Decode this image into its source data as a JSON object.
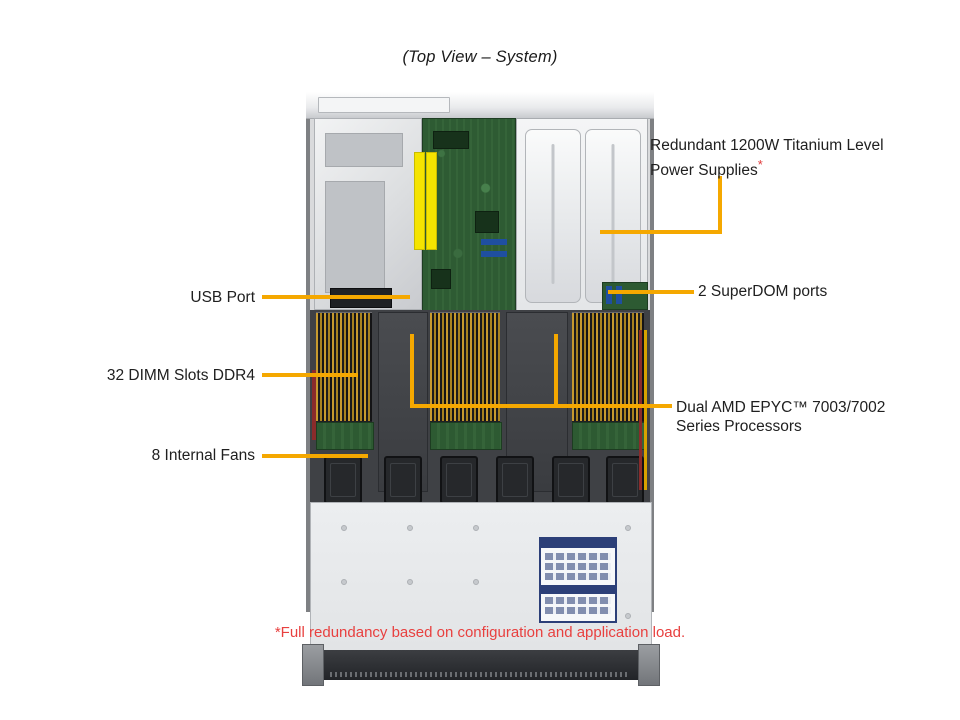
{
  "diagram": {
    "title": "(Top View – System)",
    "footnote": "*Full redundancy based on configuration and application load.",
    "leader_color": "#f5a800",
    "footnote_color": "#e8403f"
  },
  "callouts": {
    "power_supplies": {
      "line1": "Redundant  1200W Titanium  Level",
      "line2": "Power Supplies",
      "asterisk": "*"
    },
    "superdom": {
      "label": "2 SuperDOM ports"
    },
    "processors": {
      "line1": "Dual AMD EPYC™  7003/7002",
      "line2": "Series Processors"
    },
    "usb_port": {
      "label": "USB Port"
    },
    "dimm_slots": {
      "label": "32 DIMM  Slots DDR4"
    },
    "internal_fans": {
      "label": "8 Internal  Fans"
    }
  }
}
